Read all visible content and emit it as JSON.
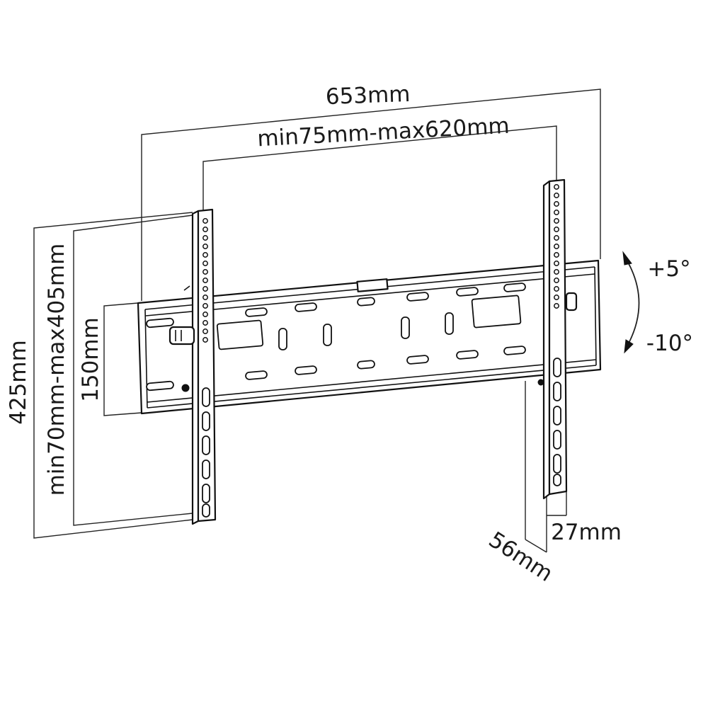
{
  "labels": {
    "overall_width": "653mm",
    "hole_spacing_width": "min75mm-max620mm",
    "overall_height": "425mm",
    "hole_spacing_height": "min70mm-max405mm",
    "plate_height": "150mm",
    "depth_wall": "56mm",
    "depth_arm": "27mm",
    "tilt_up": "+5°",
    "tilt_down": "-10°"
  }
}
